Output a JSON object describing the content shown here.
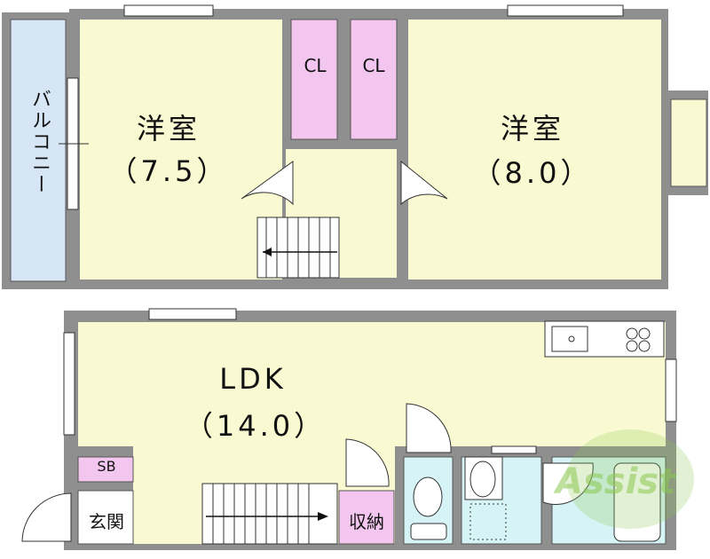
{
  "colors": {
    "floor": "#fafad2",
    "balcony": "#d6e6f5",
    "closet": "#f3c6ef",
    "wet": "#d6f3f6",
    "wall": "#8a8a8a",
    "logo": "#8cc850"
  },
  "rooms": {
    "upper_left": {
      "name": "洋室",
      "size": "（7.5）"
    },
    "upper_right": {
      "name": "洋室",
      "size": "（8.0）"
    },
    "balcony": {
      "name": "バルコニー"
    },
    "closet_left": {
      "name": "CL"
    },
    "closet_right": {
      "name": "CL"
    },
    "ldk": {
      "name": "LDK",
      "size": "（14.0）"
    },
    "shoebox": {
      "name": "SB"
    },
    "entrance": {
      "name": "玄関"
    },
    "storage": {
      "name": "収納"
    }
  },
  "logo": {
    "text": "Assist"
  }
}
